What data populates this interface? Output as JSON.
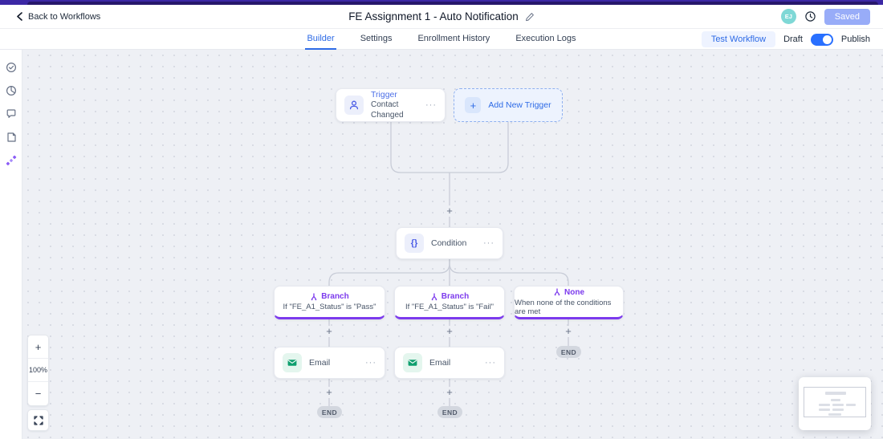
{
  "header": {
    "back_label": "Back to Workflows",
    "title": "FE Assignment 1 - Auto Notification",
    "avatar_initials": "EJ",
    "saved_label": "Saved"
  },
  "tabs": [
    {
      "label": "Builder",
      "active": true
    },
    {
      "label": "Settings",
      "active": false
    },
    {
      "label": "Enrollment History",
      "active": false
    },
    {
      "label": "Execution Logs",
      "active": false
    }
  ],
  "toolbar": {
    "test_workflow_label": "Test Workflow",
    "draft_label": "Draft",
    "publish_label": "Publish",
    "publish_state": "on"
  },
  "canvas": {
    "trigger": {
      "label": "Trigger",
      "sublabel": "Contact Changed"
    },
    "add_trigger_label": "Add New Trigger",
    "condition_label": "Condition",
    "branches": [
      {
        "label": "Branch",
        "condition": "If \"FE_A1_Status\" is \"Pass\""
      },
      {
        "label": "Branch",
        "condition": "If \"FE_A1_Status\" is \"Fail\""
      },
      {
        "label": "None",
        "condition": "When none of the conditions are met"
      }
    ],
    "emails": [
      {
        "label": "Email"
      },
      {
        "label": "Email"
      }
    ],
    "end_label": "END"
  },
  "zoom_controls": {
    "zoom_in": "+",
    "level": "100%",
    "zoom_out": "−"
  },
  "icons": {
    "more_glyph": "···",
    "plus_glyph": "+",
    "braces_glyph": "{}"
  },
  "colors": {
    "accent_blue": "#2e6be6",
    "accent_purple": "#7c3aed",
    "accent_green": "#0e9f6e",
    "toggle_blue": "#2970ff",
    "saved_button": "#98acf8",
    "avatar": "#7fd8d6",
    "canvas_bg": "#eef0f5",
    "top_bar": "#3c28a5"
  }
}
